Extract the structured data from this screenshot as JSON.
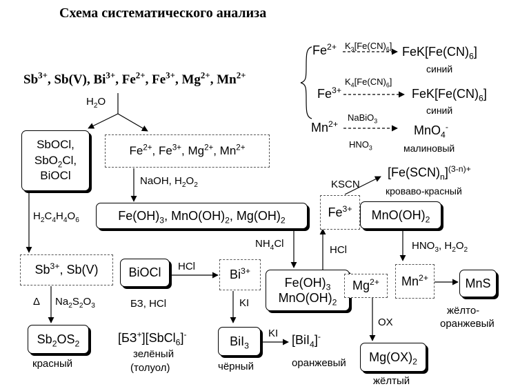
{
  "title": "Схема систематического анализа",
  "top_ions": {
    "main": "Sb, Sb(V), Bi, Fe, Fe, Mg, Mn",
    "charges": [
      "3+",
      "3+",
      "2+",
      "3+",
      "2+",
      "2+"
    ]
  },
  "reactions_right": {
    "fe2": {
      "ion": "Fe",
      "charge": "2+",
      "reagent": "K3[Fe(CN)6]",
      "product": "FeK[Fe(CN)6]",
      "color": "синий"
    },
    "fe3": {
      "ion": "Fe",
      "charge": "3+",
      "reagent": "K4[Fe(CN)6]",
      "product": "FeK[Fe(CN)6]",
      "color": "синий"
    },
    "mn2": {
      "ion": "Mn",
      "charge": "2+",
      "reagent_top": "NaBiO3",
      "reagent_bottom": "HNO3",
      "product": "MnO4",
      "product_charge": "-",
      "color": "малиновый"
    }
  },
  "reagents": {
    "h2o": "H2O",
    "naoh": "NaOH, H2O2",
    "tartaric": "H2C4H4O6",
    "nh4cl": "NH4Cl",
    "hcl_up": "HCl",
    "kscn": "KSCN",
    "hno3_h2o2": "HNO3, H2O2",
    "hcl_bi": "HCl",
    "ki1": "KI",
    "ki2": "KI",
    "delta": "Δ",
    "na2s2o3": "Na2S2O3",
    "ox": "OX"
  },
  "boxes": {
    "precip_sb": [
      "SbOCl,",
      "SbO2Cl,",
      "BiOCl"
    ],
    "filtrate": "Fe, Fe, Mg, Mn",
    "hydroxides": "Fe(OH)3, MnO(OH)2, Mg(OH)2",
    "sb_ions": "Sb, Sb(V)",
    "sb2os2": "Sb2OS2",
    "bioc_l": "BiOCl",
    "bi3": "Bi",
    "bii3": "BiI3",
    "bii4": "[BiI4]",
    "feoh3_mno": [
      "Fe(OH)3",
      "MnO(OH)2"
    ],
    "mg2": "Mg",
    "mgox2": "Mg(OX)2",
    "fe3": "Fe",
    "mnooh2": "MnO(OH)2",
    "mn2": "Mn",
    "mns": "MnS",
    "fescn": "[Fe(SCN)n]"
  },
  "labels": {
    "krasny": "красный",
    "bz_hcl": "БЗ, HCl",
    "bz_complex": "[БЗ][SbCl6]",
    "zeleny": "зелёный",
    "toluol": "(толуол)",
    "cherny": "чёрный",
    "oranzhevy": "оранжевый",
    "zhelty": "жёлтый",
    "zhelto_1": "жёлто-",
    "zhelto_2": "оранжевый",
    "krovavo": "кроваво-красный",
    "fescn_charge": "(3-n)+"
  }
}
